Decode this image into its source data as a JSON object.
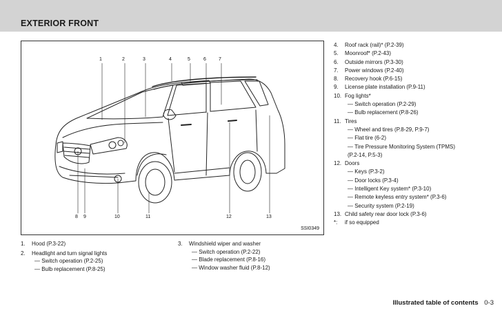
{
  "header": {
    "title": "EXTERIOR FRONT"
  },
  "figure": {
    "code": "SSI0349",
    "callouts": [
      "1",
      "2",
      "3",
      "4",
      "5",
      "6",
      "7",
      "8",
      "9",
      "10",
      "11",
      "12",
      "13"
    ]
  },
  "right_list": [
    {
      "num": "4.",
      "text": "Roof rack (rail)* (P.2-39)",
      "subs": []
    },
    {
      "num": "5.",
      "text": "Moonroof* (P.2-43)",
      "subs": []
    },
    {
      "num": "6.",
      "text": "Outside mirrors (P.3-30)",
      "subs": []
    },
    {
      "num": "7.",
      "text": "Power windows (P.2-40)",
      "subs": []
    },
    {
      "num": "8.",
      "text": "Recovery hook (P.6-15)",
      "subs": []
    },
    {
      "num": "9.",
      "text": "License plate installation (P.9-11)",
      "subs": []
    },
    {
      "num": "10.",
      "text": "Fog lights*",
      "subs": [
        "— Switch operation (P.2-29)",
        "— Bulb replacement (P.8-26)"
      ]
    },
    {
      "num": "11.",
      "text": "Tires",
      "subs": [
        "— Wheel and tires (P.8-29, P.9-7)",
        "— Flat tire (6-2)",
        "— Tire Pressure Monitoring System (TPMS)",
        "(P.2-14, P.5-3)"
      ]
    },
    {
      "num": "12.",
      "text": "Doors",
      "subs": [
        "— Keys (P.3-2)",
        "— Door locks (P.3-4)",
        "— Intelligent Key system* (P.3-10)",
        "— Remote keyless entry system* (P.3-6)",
        "— Security system (P.2-19)"
      ]
    },
    {
      "num": "13.",
      "text": "Child safety rear door lock (P.3-6)",
      "subs": []
    },
    {
      "num": "*:",
      "text": "if so equipped",
      "subs": []
    }
  ],
  "bottom_left": [
    {
      "num": "1.",
      "text": "Hood (P.3-22)",
      "subs": []
    },
    {
      "num": "2.",
      "text": "Headlight and turn signal lights",
      "subs": [
        "— Switch operation (P.2-25)",
        "— Bulb replacement (P.8-25)"
      ]
    }
  ],
  "bottom_mid": [
    {
      "num": "3.",
      "text": "Windshield wiper and washer",
      "subs": [
        "— Switch operation (P.2-22)",
        "— Blade replacement (P.8-16)",
        "— Window washer fluid (P.8-12)"
      ]
    }
  ],
  "footer": {
    "section": "Illustrated table of contents",
    "page": "0-3"
  }
}
